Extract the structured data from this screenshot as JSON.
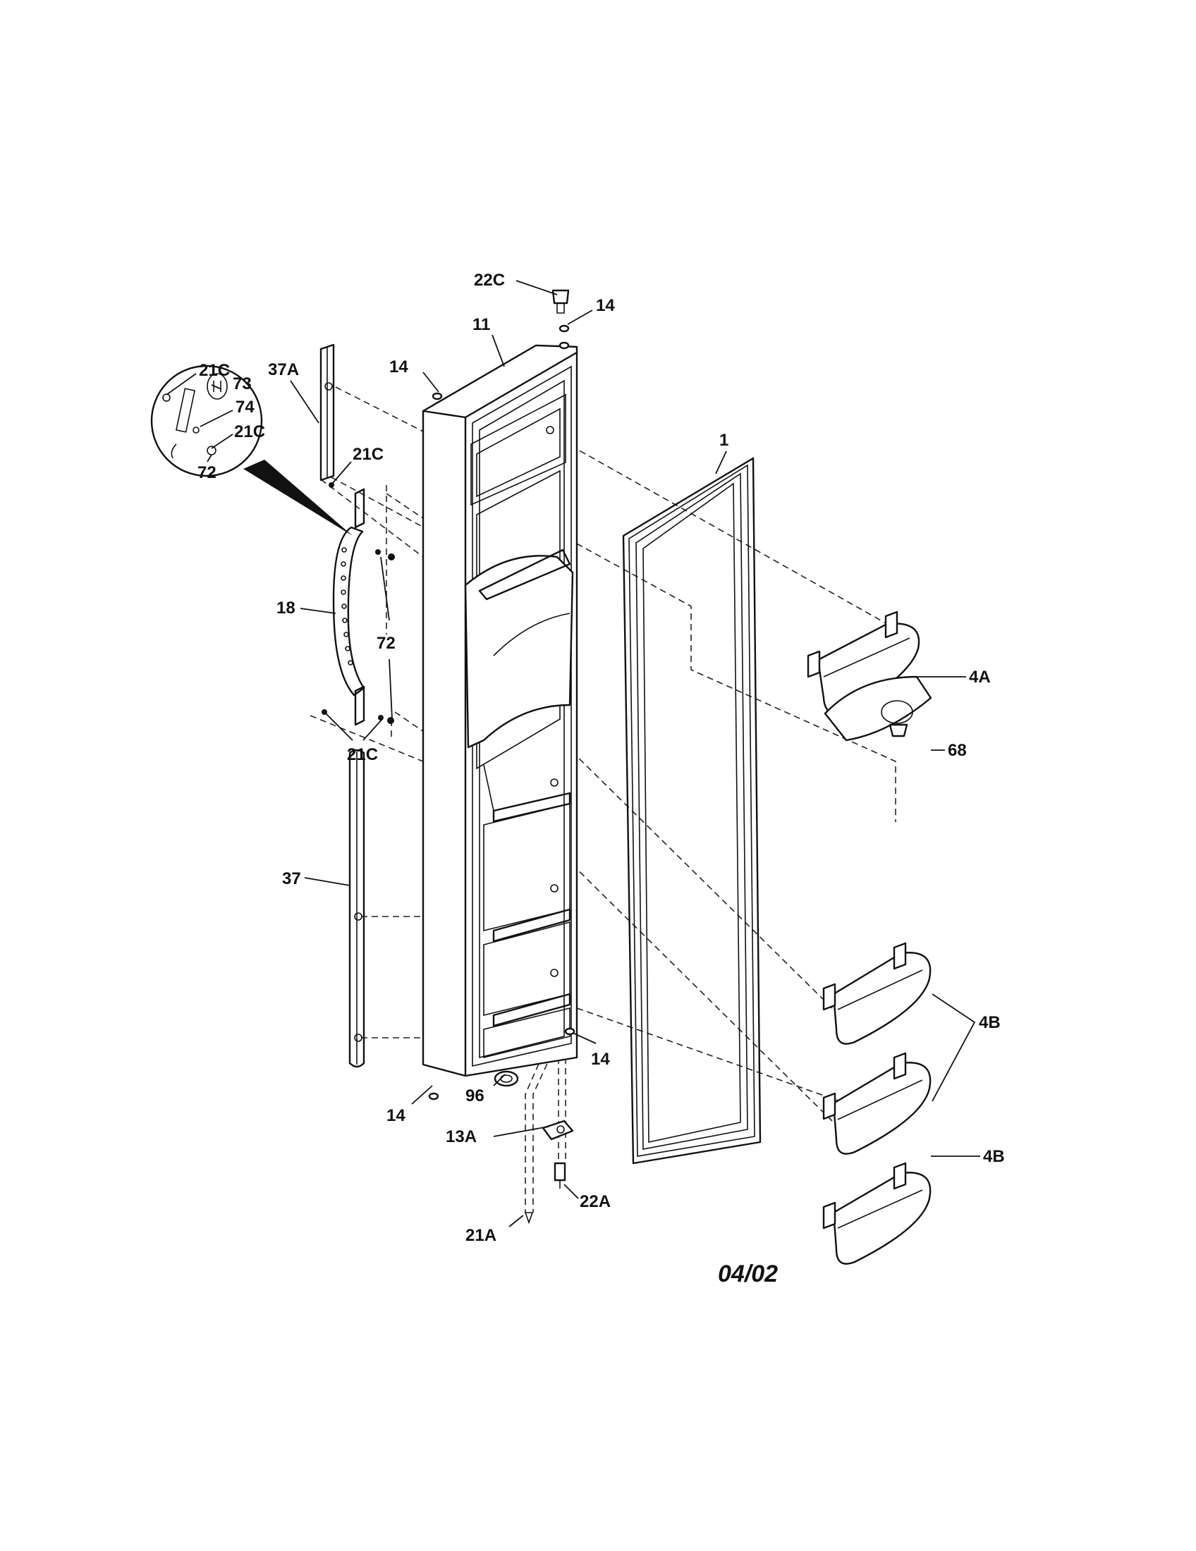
{
  "diagram": {
    "date_code": "04/02",
    "callouts": {
      "c22C": "22C",
      "c14_top_right": "14",
      "c11": "11",
      "c14_top_left": "14",
      "c37A": "37A",
      "c21C_inset_a": "21C",
      "c73": "73",
      "c74": "74",
      "c21C_inset_b": "21C",
      "c72_inset": "72",
      "c21C_upper": "21C",
      "c1": "1",
      "c18": "18",
      "c72": "72",
      "c4A": "4A",
      "c21C_lower": "21C",
      "c68": "68",
      "c37": "37",
      "c4B_upper": "4B",
      "c14_bottom_right": "14",
      "c96": "96",
      "c14_bottom_left": "14",
      "c13A": "13A",
      "c4B_lower": "4B",
      "c22A": "22A",
      "c21A": "21A"
    }
  }
}
